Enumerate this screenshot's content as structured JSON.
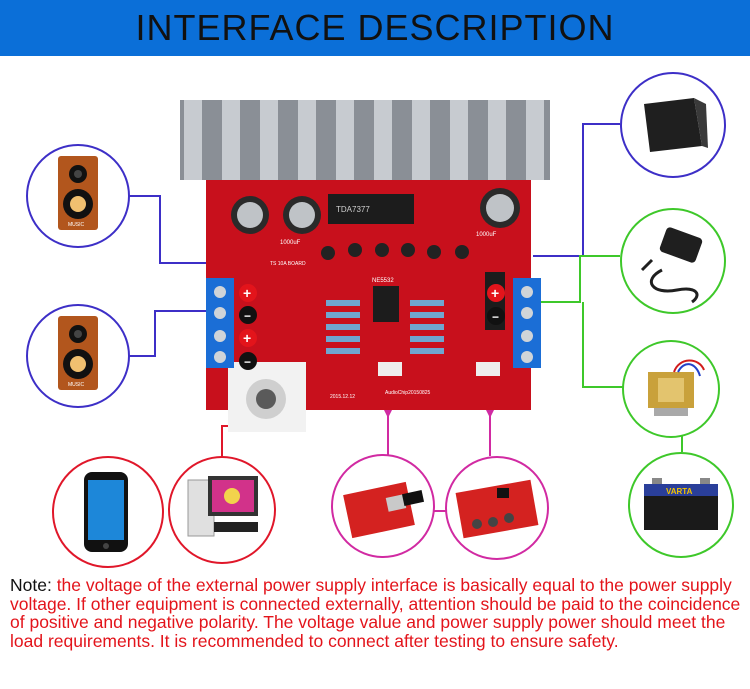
{
  "banner": {
    "title": "INTERFACE DESCRIPTION"
  },
  "board": {
    "cap1": "1000uF",
    "cap2": "1000uF",
    "model": "TDA7377",
    "chip": "NE5532",
    "board_label": "TS 10A BOARD",
    "date": "2015.12.12",
    "silk_bottom": "AudioChip20150825",
    "polarity_plus": "+",
    "polarity_minus": "−"
  },
  "devices": {
    "speaker_top_logo": "MUSIC",
    "speaker_bottom_logo": "MUSIC",
    "battery_brand": "VARTA"
  },
  "note": {
    "label": "Note:",
    "text": " the voltage of the external power supply interface is basically equal to the power supply voltage. If other equipment is connected externally, attention should be paid to the coincidence of positive and negative polarity. The voltage value and power supply power should meet the load requirements. It is recommended to connect after testing to ensure safety."
  },
  "colors": {
    "banner": "#0b6fd8",
    "speaker_line": "#3d2fc7",
    "power_line": "#3ec82a",
    "audio_line": "#e0172a",
    "module_line": "#d12aa2",
    "pcb": "#c8101c"
  }
}
